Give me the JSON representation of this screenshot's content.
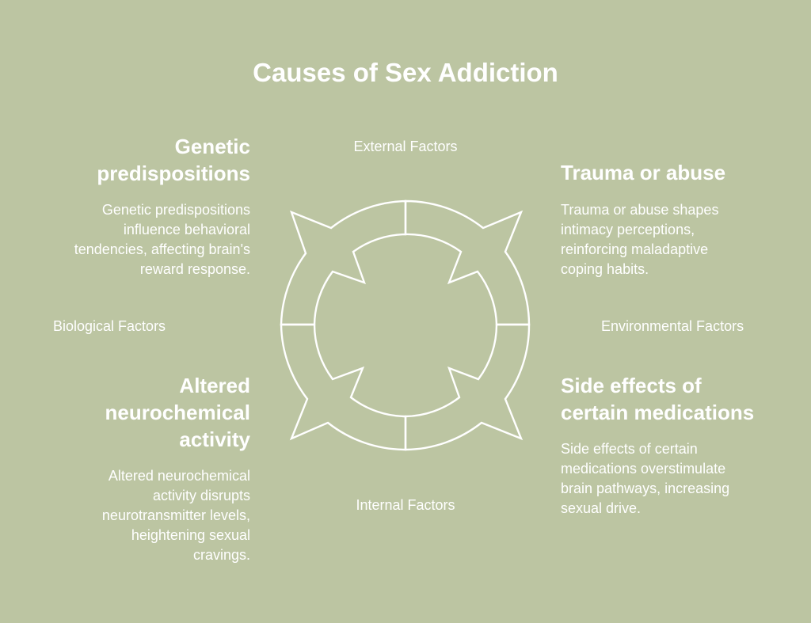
{
  "title": "Causes of Sex Addiction",
  "axes": {
    "top": "External Factors",
    "bottom": "Internal Factors",
    "left": "Biological Factors",
    "right": "Environmental Factors"
  },
  "quadrants": {
    "top_left": {
      "heading_lines": [
        "Genetic",
        "predispositions"
      ],
      "desc_lines": [
        "Genetic predispositions",
        "influence behavioral",
        "tendencies, affecting brain's",
        "reward response."
      ]
    },
    "top_right": {
      "heading_lines": [
        "Trauma or abuse"
      ],
      "desc_lines": [
        "Trauma or abuse shapes",
        "intimacy perceptions,",
        "reinforcing maladaptive",
        "coping habits."
      ]
    },
    "bottom_left": {
      "heading_lines": [
        "Altered",
        "neurochemical",
        "activity"
      ],
      "desc_lines": [
        "Altered neurochemical",
        "activity disrupts",
        "neurotransmitter levels,",
        "heightening sexual",
        "cravings."
      ]
    },
    "bottom_right": {
      "heading_lines": [
        "Side effects of",
        "certain medications"
      ],
      "desc_lines": [
        "Side effects of certain",
        "medications overstimulate",
        "brain pathways, increasing",
        "sexual drive."
      ]
    }
  },
  "colors": {
    "background": "#bcc5a2",
    "foreground": "#ffffff"
  }
}
